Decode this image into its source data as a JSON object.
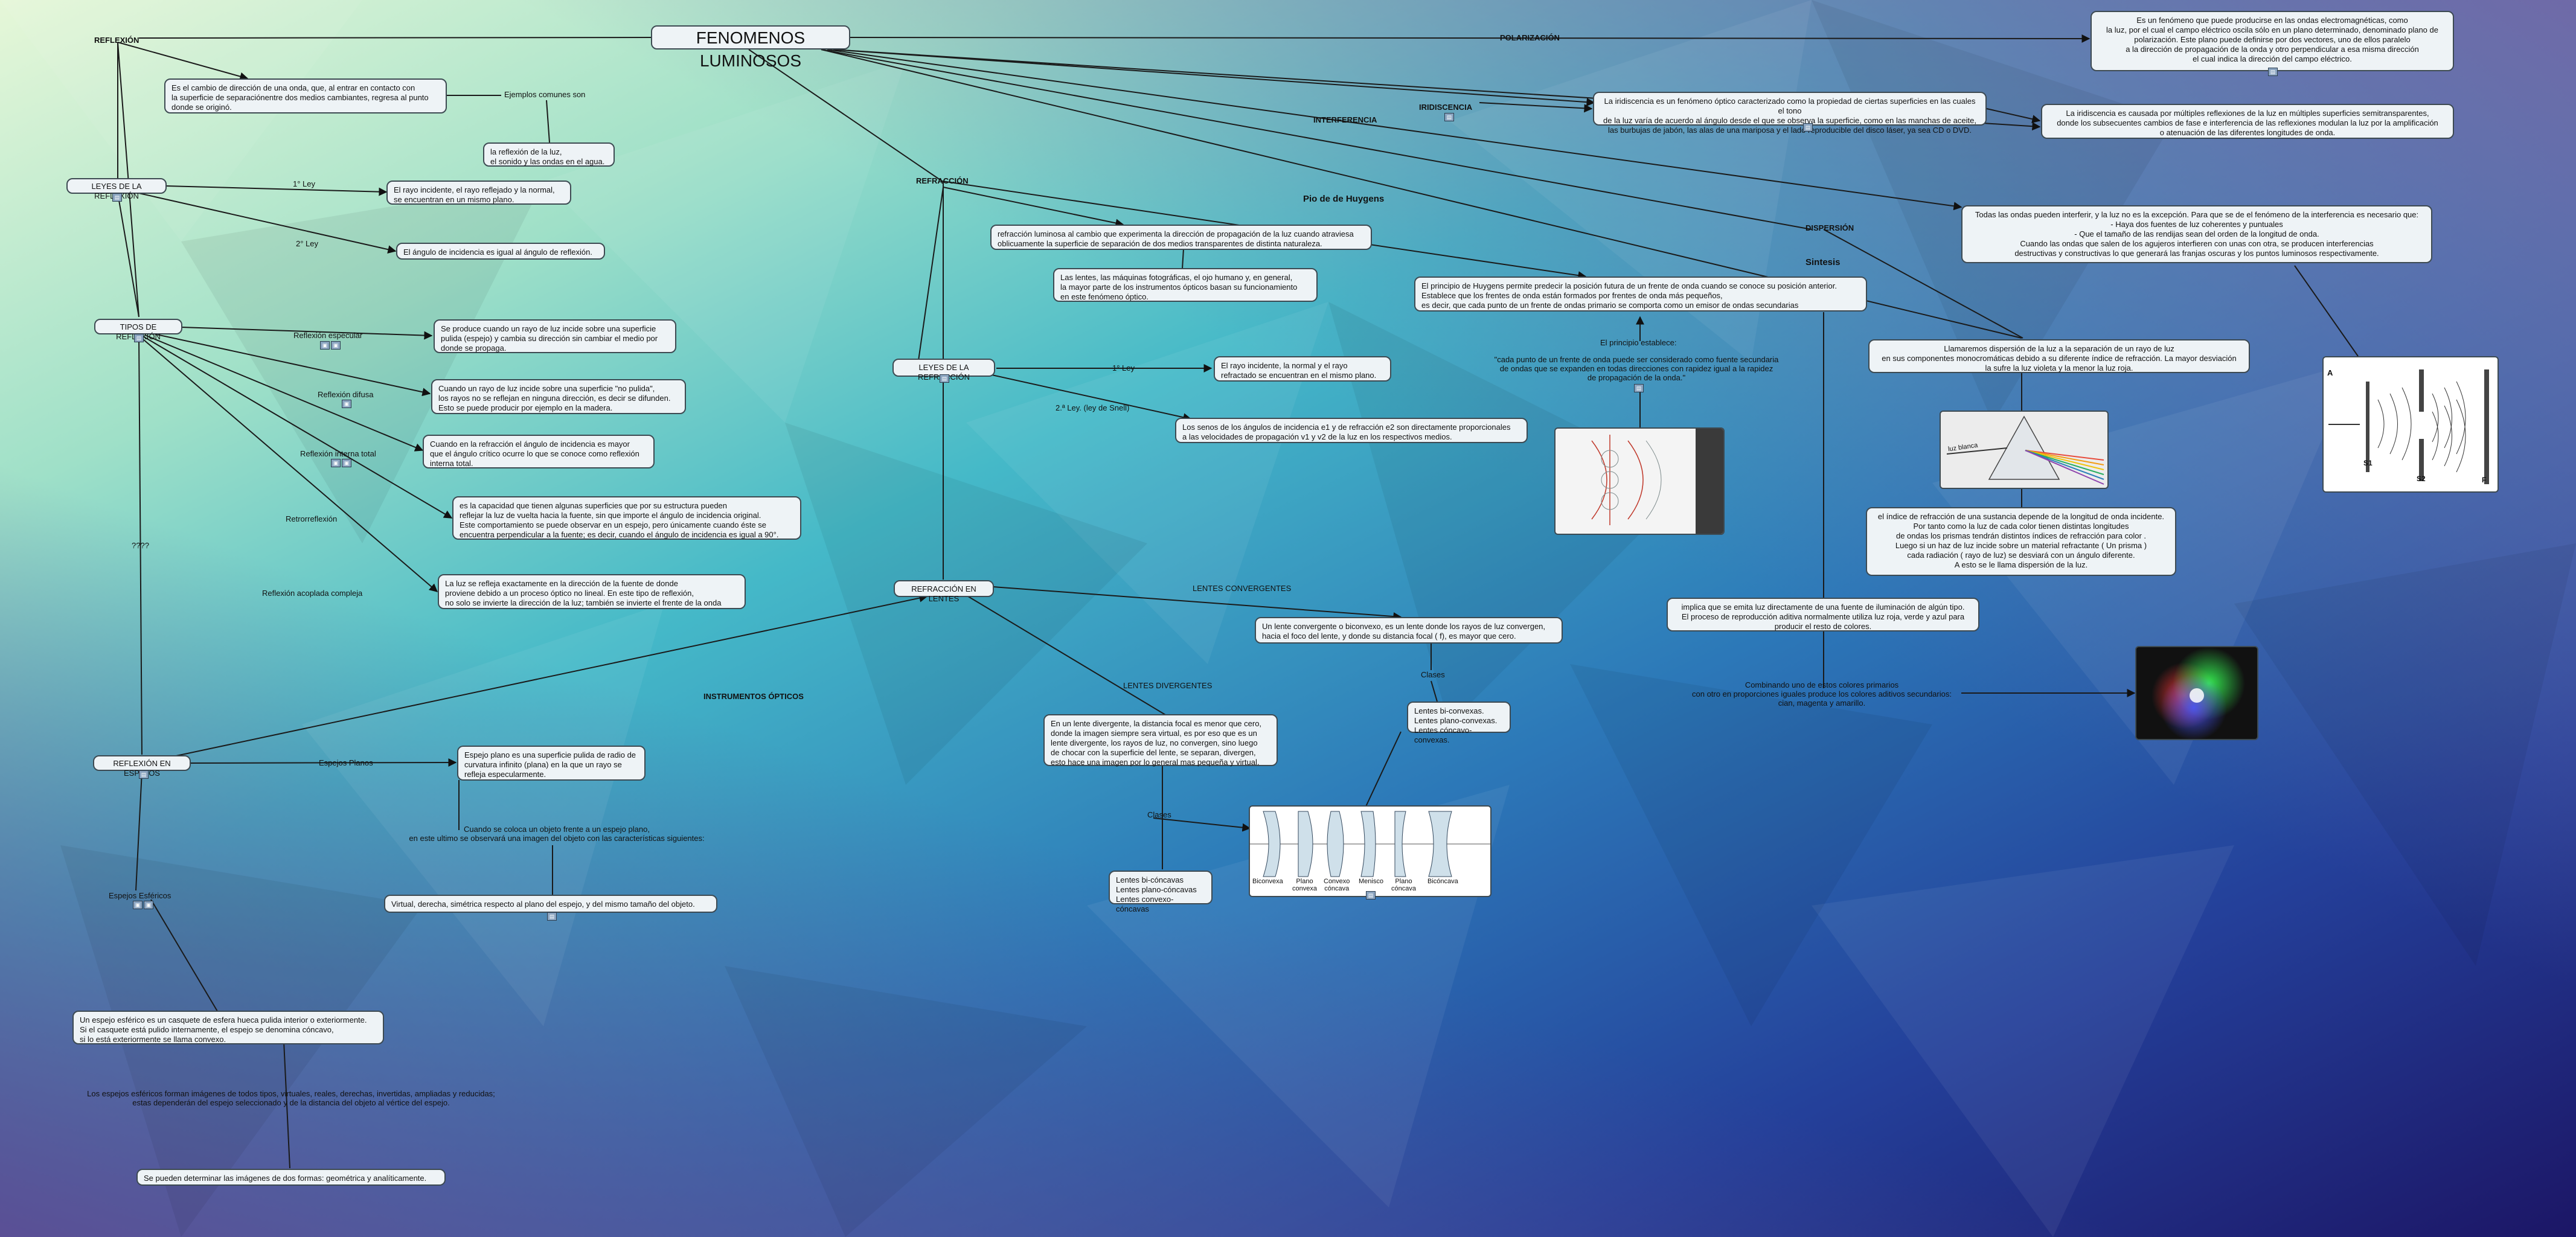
{
  "title": "FENOMENOS LUMINOSOS",
  "colors": {
    "bg_light": "#d8f3dc",
    "bg_teal": "#4fc2c9",
    "bg_blue": "#2f6fb0",
    "bg_dark": "#1d1a6b",
    "node_bg": "#eef3f6",
    "border": "#3d4a52"
  },
  "branches": {
    "reflexion": "REFLEXIÓN",
    "polarizacion": "POLARIZACIÓN",
    "iridiscencia": "IRIDISCENCIA",
    "interferencia": "INTERFERENCIA",
    "refraccion": "REFRACCIÓN",
    "dispersion": "DISPERSIÓN",
    "instrumentos": "INSTRUMENTOS ÓPTICOS"
  },
  "reflexion": {
    "definition": "Es el cambio de dirección de una onda, que, al entrar en contacto con\n la superficie de separaciónentre dos medios cambiantes, regresa al punto\ndonde se originó.",
    "ejemplos_label": "Ejemplos comunes son",
    "ejemplos": "la reflexión de la luz,\n el sonido y las ondas en el agua.",
    "leyes_title": "LEYES DE LA REFLEXIÓN",
    "ley1_label": "1° Ley",
    "ley1": "El rayo incidente, el rayo reflejado y la normal,\n  se encuentran en un mismo plano.",
    "ley2_label": "2° Ley",
    "ley2": "El ángulo de incidencia es igual al ángulo de reflexión.",
    "tipos_title": "TIPOS DE REFLEXIÓN",
    "especular_label": "Reflexión especular",
    "especular": "Se produce cuando un rayo de luz incide sobre una superficie\n pulida (espejo) y cambia su dirección sin cambiar el medio por\ndonde se propaga.",
    "difusa_label": "Reflexión difusa",
    "difusa": "Cuando un rayo de luz incide sobre una superficie \"no pulida\",\n los rayos no se reflejan en ninguna dirección, es decir se difunden.\n Esto se puede producir por ejemplo en la madera.",
    "total_label": "Reflexión interna total",
    "total": "Cuando en la refracción el ángulo de incidencia es mayor\n que el ángulo crítico ocurre lo que se conoce como reflexión\ninterna total.",
    "retro_label": "Retrorreflexión",
    "retro": "es la capacidad que tienen algunas superficies que por su estructura pueden\n reflejar la luz de vuelta hacia la fuente, sin que importe el ángulo de incidencia original.\n Este comportamiento se puede observar en un espejo, pero únicamente cuando éste se\n encuentra perpendicular a la fuente; es decir, cuando el ángulo de incidencia es igual a 90°.",
    "acoplada_label": "Reflexión acoplada compleja",
    "acoplada": "La luz se refleja exactamente en la dirección de la fuente de donde\n proviene debido a un proceso óptico no lineal. En este tipo de reflexión,\n no solo se invierte la dirección de la luz; también se invierte el frente de la onda",
    "question": "????"
  },
  "espejos": {
    "title": "REFLEXIÓN EN ESPEJOS",
    "planos_label": "Espejos Planos",
    "planos": "Espejo plano es una superficie pulida de radio de\n curvatura infinito (plana) en la que un rayo se\n refleja especularmente.",
    "objeto": "Cuando se coloca un objeto frente a un espejo plano,\n en este ultimo se observará una imagen del objeto con las características siguientes:",
    "virtual": "Virtual, derecha, simétrica respecto al plano del espejo, y del mismo tamaño del objeto.",
    "esfericos_label": "Espejos Esféricos",
    "esfericos": "Un espejo esférico es un casquete de esfera hueca pulida interior o exteriormente.\n Si el casquete está pulido internamente, el espejo se denomina cóncavo,\nsi lo está exteriormente se llama convexo.",
    "imagenes": "Los espejos esféricos forman imágenes de todos tipos, virtuales, reales, derechas, invertidas, ampliadas y reducidas;\nestas dependerán del espejo seleccionado y de la distancia del objeto al vértice del espejo.",
    "formas": "Se pueden determinar las imágenes de dos formas: geométrica y analíticamente."
  },
  "refraccion": {
    "definition": "refracción luminosa al cambio que experimenta la dirección de propagación de la luz cuando atraviesa\n oblicuamente la superficie de separación de dos medios transparentes de distinta naturaleza.",
    "lentes": "Las lentes, las máquinas fotográficas, el ojo humano y, en general,\n la mayor parte de los instrumentos ópticos basan su funcionamiento\n en este fenómeno óptico.",
    "leyes_title": "LEYES DE LA REFRACCIÓN",
    "ley1_label": "1° Ley",
    "ley1": "El rayo incidente, la normal y el rayo\n refractado se encuentran en el mismo plano.",
    "ley2_label": "2.ª Ley. (ley de Snell)",
    "ley2": "Los senos de los ángulos de incidencia e1 y de refracción e2 son directamente proporcionales\na las velocidades de propagación v1 y v2 de la luz en los respectivos medios.",
    "lentes_title": "REFRACCIÓN EN LENTES",
    "convergentes_label": "LENTES CONVERGENTES",
    "convergentes": "Un lente convergente o biconvexo, es un lente donde los rayos de luz convergen,\n hacia el foco del lente, y donde su distancia focal ( f), es mayor que cero.",
    "clases_label": "Clases",
    "conv_clases": "Lentes bi-convexas.\nLentes plano-convexas.\nLentes cóncavo-convexas.",
    "divergentes_label": "LENTES DIVERGENTES",
    "divergentes": "En un lente divergente, la distancia focal es menor que cero,\n donde la imagen siempre sera virtual, es por eso que es un\n lente divergente, los rayos de luz, no convergen, sino luego\n de chocar con la superficie del lente, se separan, divergen,\n esto hace una imagen por lo general mas pequeña y virtual.",
    "div_clases": "Lentes bi-cóncavas\nLentes plano-cóncavas\nLentes convexo-cóncavas",
    "lens_names": [
      "Biconvexa",
      "Plano\nconvexa",
      "Convexo\ncóncava",
      "Menisco",
      "Plano\ncóncava",
      "Bicóncava"
    ]
  },
  "huygens": {
    "title": "Pio de de Huygens",
    "principle": "El principio de Huygens permite predecir la posición futura de un frente de onda cuando se conoce su posición anterior.\n Establece que los frentes de onda están formados por frentes de onda más pequeños,\n es decir, que cada punto de un frente de ondas primario se comporta como un emisor de ondas secundarias",
    "establece_label": "El principio establece:",
    "quote": "\"cada punto de un frente de onda puede ser considerado como fuente secundaria\n de ondas que se expanden en todas direcciones con rapidez igual a la rapidez\n de propagación de la onda.\""
  },
  "polarizacion": "Es un fenómeno que puede producirse en las ondas electromagnéticas, como\n la luz, por el cual el campo eléctrico oscila sólo en un plano determinado, denominado plano de\n polarización. Este plano puede definirse por dos vectores, uno de ellos paralelo\n a la dirección de propagación de la onda y otro perpendicular a esa misma dirección\n el cual indica la dirección del campo eléctrico.",
  "iridiscencia": "La iridiscencia es un fenómeno óptico caracterizado como la propiedad de ciertas superficies en las cuales el tono\n de la luz varía de acuerdo al ángulo desde el que se observa la superficie, como en las manchas de aceite,\n las burbujas de jabón, las alas de una mariposa y el lado reproducible del disco láser, ya sea CD o DVD.",
  "iridiscencia_causa": "La iridiscencia es causada por múltiples reflexiones de la luz en múltiples superficies semitransparentes,\n donde los subsecuentes cambios de fase e interferencia de las reflexiones modulan la luz por la amplificación\n o atenuación de las diferentes longitudes de onda.",
  "interferencia": "Todas las ondas pueden interferir, y la luz no es la excepción. Para que se de el fenómeno de la interferencia es necesario que:\n - Haya dos fuentes de luz coherentes y puntuales\n - Que el tamaño  de las  rendijas sean del orden de la longitud de onda.\n Cuando las ondas que salen de los agujeros interfieren con  unas con otra, se producen interferencias\n destructivas y constructivas lo que generará las franjas oscuras y los puntos luminosos respectivamente.",
  "dispersion": {
    "definition": "Llamaremos dispersión de la luz a la separación de un rayo de luz\n en sus componentes monocromáticas debido a su diferente índice de refracción. La mayor desviación\n la sufre la luz violeta y la menor la luz roja.",
    "indice": "el índice de refracción de una sustancia depende de la longitud de onda incidente.\n Por tanto como la luz de cada color tienen distintas longitudes\n de ondas los prismas tendrán  distintos índices de refracción para color .\n Luego si un haz de luz incide sobre un material refractante ( Un prisma )\n cada radiación ( rayo de luz) se desviará con un ángulo diferente.\n A esto se le llama dispersión de la luz.",
    "prism_caption": "luz blanca",
    "sintesis_label": "Sintesis",
    "sintesis": "implica que se emita luz directamente de una fuente de iluminación de algún tipo.\n El proceso de reproducción aditiva normalmente utiliza luz roja, verde y azul para\n producir el resto de colores.",
    "combinando": "Combinando uno de estos colores primarios\ncon otro en proporciones iguales produce los colores aditivos secundarios:\n cian, magenta y amarillo."
  },
  "slit_labels": {
    "s1": "S1",
    "s2": "S2",
    "f": "F",
    "a": "A"
  }
}
